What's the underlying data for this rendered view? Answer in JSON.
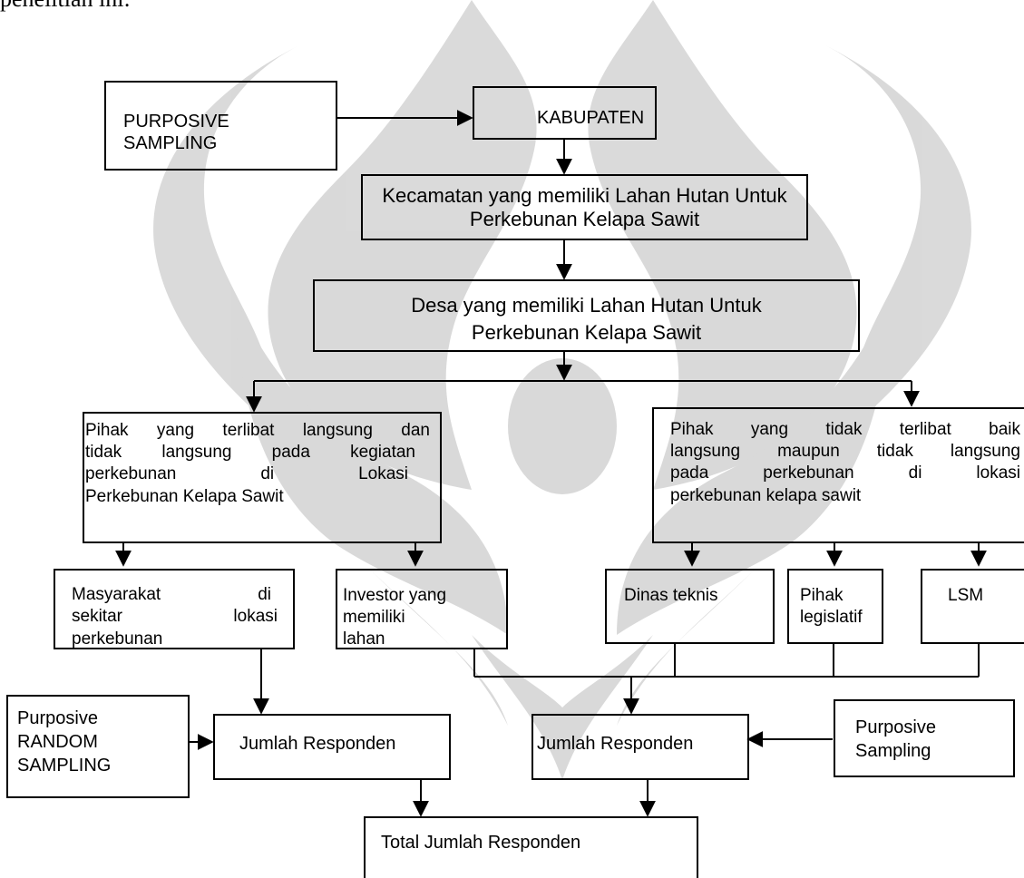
{
  "intro_text": "penelitian ini:",
  "nodes": {
    "purposive_sampling_top": {
      "line1": "PURPOSIVE",
      "line2": "SAMPLING"
    },
    "kabupaten": {
      "label": "KABUPATEN"
    },
    "kecamatan": {
      "line1": "Kecamatan yang memiliki Lahan Hutan Untuk",
      "line2": "Perkebunan Kelapa Sawit"
    },
    "desa": {
      "line1": "Desa yang memiliki Lahan Hutan Untuk",
      "line2": "Perkebunan Kelapa Sawit"
    },
    "pihak_terlibat": {
      "line1": "Pihak yang terlibat langsung dan",
      "line2": "tidak langsung pada kegiatan",
      "line3": "perkebunan di Lokasi",
      "line4": "Perkebunan Kelapa Sawit"
    },
    "pihak_tidak_terlibat": {
      "line1": "Pihak yang tidak terlibat baik",
      "line2": "langsung maupun tidak langsung",
      "line3": "pada perkebunan di lokasi",
      "line4": "perkebunan kelapa sawit"
    },
    "masyarakat": {
      "line1": "Masyarakat di",
      "line2": "sekitar lokasi",
      "line3": "perkebunan"
    },
    "investor": {
      "line1": "Investor yang",
      "line2": "memiliki",
      "line3": "lahan"
    },
    "dinas_teknis": {
      "label": "Dinas teknis"
    },
    "pihak_legislatif": {
      "line1": "Pihak",
      "line2": "legislatif"
    },
    "lsm": {
      "label": "LSM"
    },
    "purposive_random_sampling": {
      "line1": "Purposive",
      "line2": "RANDOM",
      "line3": "SAMPLING"
    },
    "jumlah_responden_left": {
      "label": "Jumlah Responden"
    },
    "jumlah_responden_right": {
      "label": "Jumlah Responden"
    },
    "purposive_sampling_right": {
      "line1": "Purposive",
      "line2": "Sampling"
    },
    "total_jumlah_responden": {
      "label": "Total Jumlah Responden"
    }
  },
  "colors": {
    "line": "#000000",
    "watermark": "#c8c8c8"
  }
}
